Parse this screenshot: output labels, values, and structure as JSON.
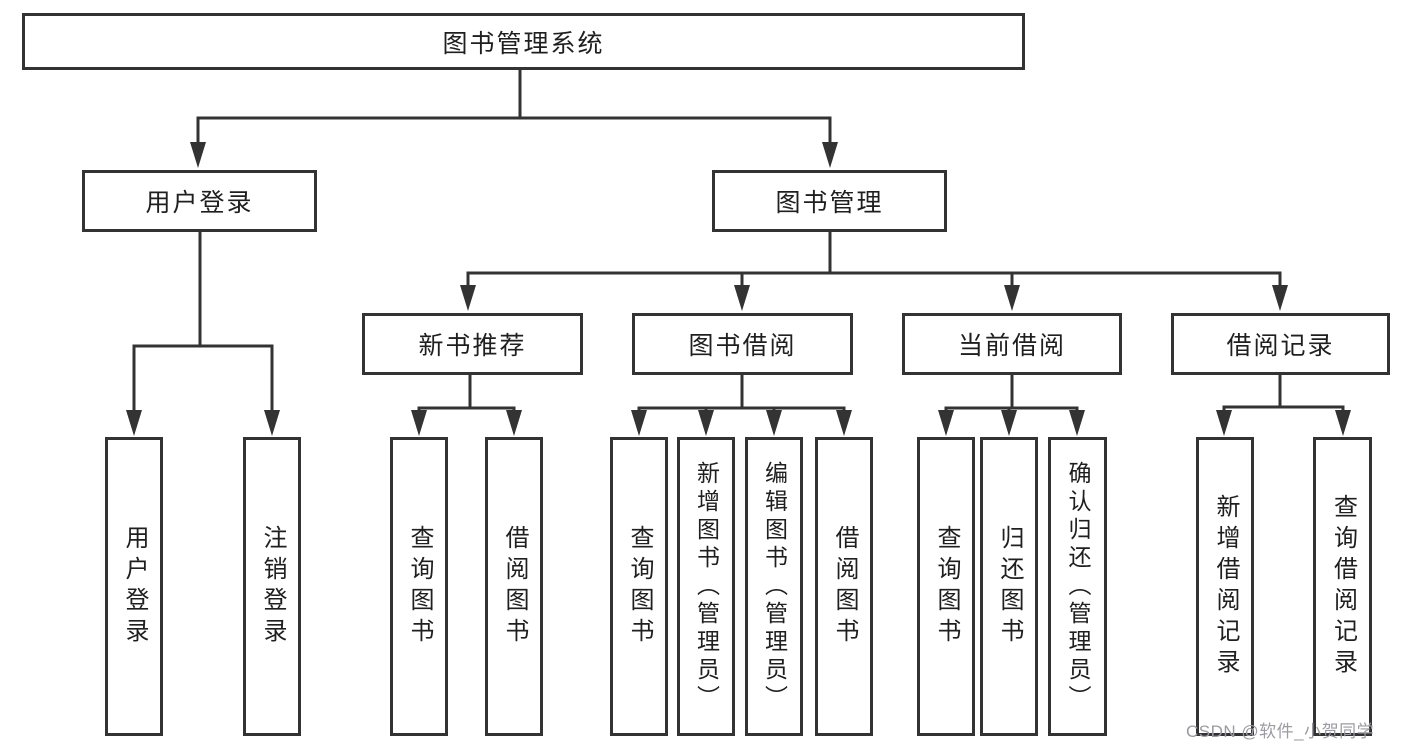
{
  "diagram": {
    "root": {
      "label": "图书管理系统"
    },
    "branches": [
      {
        "label": "用户登录",
        "children": [
          {
            "label": "用户登录"
          },
          {
            "label": "注销登录"
          }
        ]
      },
      {
        "label": "图书管理",
        "children": [
          {
            "label": "新书推荐",
            "children": [
              {
                "label": "查询图书"
              },
              {
                "label": "借阅图书"
              }
            ]
          },
          {
            "label": "图书借阅",
            "children": [
              {
                "label": "查询图书"
              },
              {
                "label": "新增图书（管理员）"
              },
              {
                "label": "编辑图书（管理员）"
              },
              {
                "label": "借阅图书"
              }
            ]
          },
          {
            "label": "当前借阅",
            "children": [
              {
                "label": "查询图书"
              },
              {
                "label": "归还图书"
              },
              {
                "label": "确认归还（管理员）"
              }
            ]
          },
          {
            "label": "借阅记录",
            "children": [
              {
                "label": "新增借阅记录"
              },
              {
                "label": "查询借阅记录"
              }
            ]
          }
        ]
      }
    ]
  },
  "watermark": {
    "text": "CSDN @软件_小贺同学"
  },
  "colors": {
    "stroke": "#333333",
    "text": "#1f1f1f",
    "background": "#ffffff",
    "watermark": "#9b9ba3"
  }
}
